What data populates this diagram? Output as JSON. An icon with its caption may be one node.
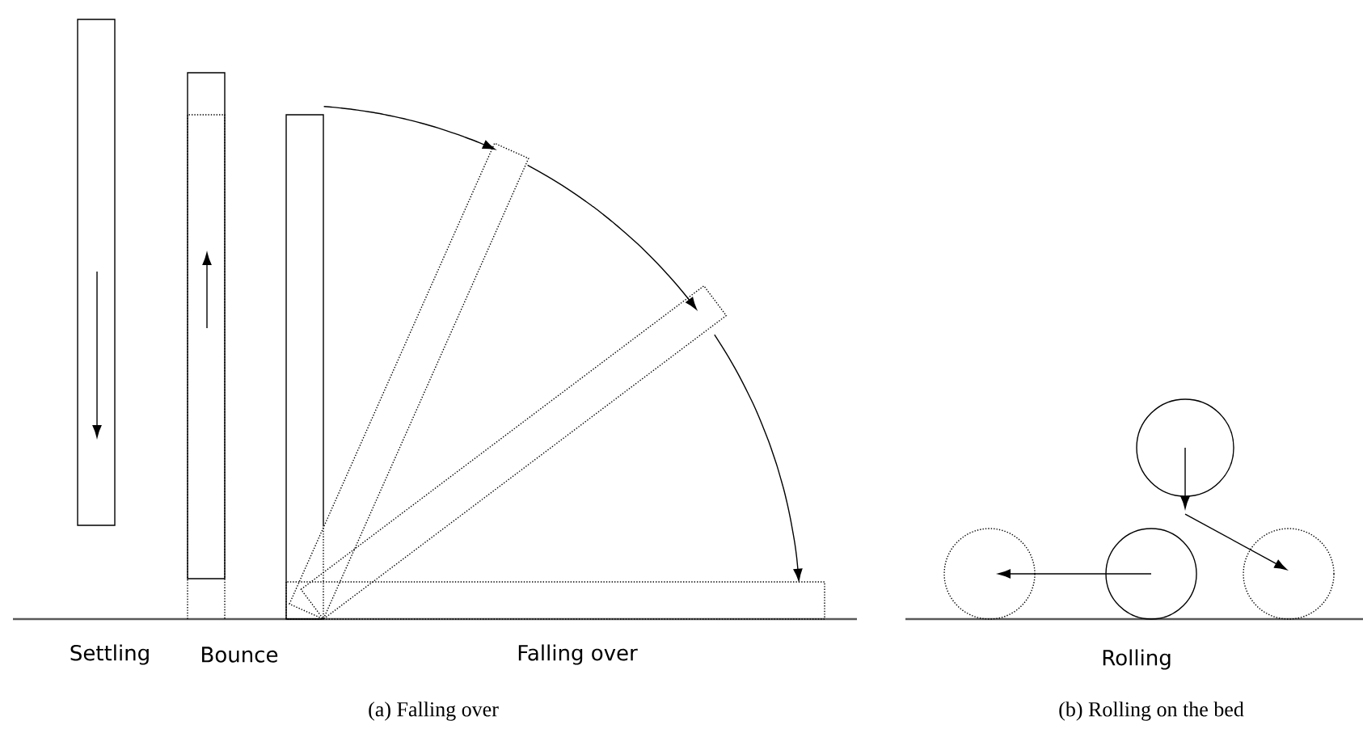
{
  "diagram": {
    "labels": [
      "Settling",
      "Bounce",
      "Falling over",
      "Rolling",
      "(a) Falling over",
      "(b) Rolling on the bed"
    ]
  }
}
